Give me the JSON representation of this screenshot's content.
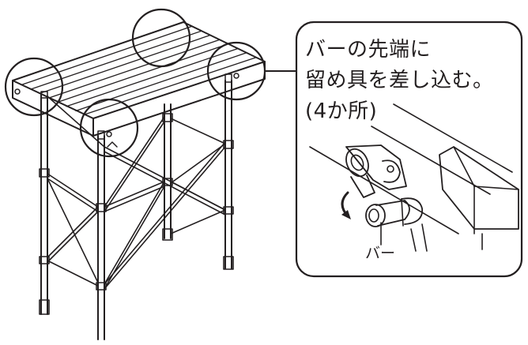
{
  "callout": {
    "line1": "バーの先端に",
    "line2": "留め具を差し込む。",
    "line3": "(4か所)"
  },
  "detail": {
    "bar_label": "バー"
  },
  "colors": {
    "ink": "#231f20",
    "background": "#ffffff"
  }
}
